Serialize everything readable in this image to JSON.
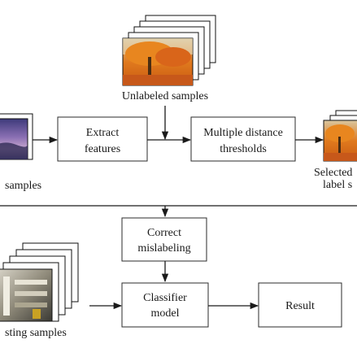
{
  "nodes": {
    "unlabeled_samples": "Unlabeled samples",
    "labeled_samples": "samples",
    "extract_features": [
      "Extract",
      "features"
    ],
    "distance_thresholds": [
      "Multiple distance",
      "thresholds"
    ],
    "selected_label_samples": [
      "Selected",
      "label s"
    ],
    "correct_mislabeling": [
      "Correct",
      "mislabeling"
    ],
    "classifier_model": [
      "Classifier",
      "model"
    ],
    "result": "Result",
    "testing_samples": "sting samples"
  },
  "photos": {
    "unlabeled": "autumn-tree-photo",
    "labeled": "sky-photo",
    "selected": "autumn-tree-photo",
    "testing": "building-interior-photo"
  }
}
